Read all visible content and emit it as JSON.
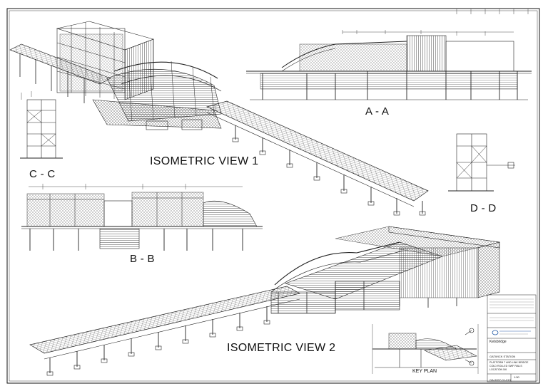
{
  "views": {
    "iso1": "ISOMETRIC VIEW 1",
    "iso2": "ISOMETRIC VIEW 2",
    "aa": "A - A",
    "bb": "B - B",
    "cc": "C - C",
    "dd": "D - D",
    "key": "KEY PLAN"
  },
  "title_block": {
    "company": "Kelsbridge",
    "project": "GATWICK STATION",
    "title_line1": "PLATFORM 7 AND LINK BRIDGE",
    "title_line2": "COLD ROLLED SWF RAILS",
    "title_line3": "LOCATION 5/6",
    "drawing_number": "GA-5097-01-019",
    "scale": "1:50"
  }
}
